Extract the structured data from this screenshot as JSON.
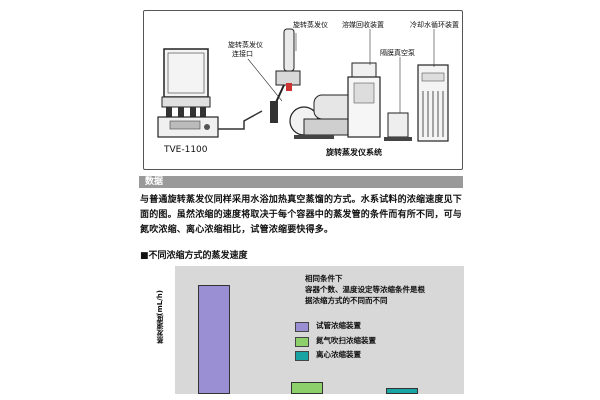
{
  "diagram": {
    "labels": {
      "rotary_evaporator": "旋转蒸发仪",
      "solvent_recovery": "溶媒回收装置",
      "chiller": "冷却水循环装置",
      "connector_line1": "旋转蒸发仪",
      "connector_line2": "连接口",
      "vacuum_pump": "隔膜真空泵",
      "model": "TVE-1100",
      "system_caption": "旋转蒸发仪系统"
    }
  },
  "section": {
    "title": "数据"
  },
  "paragraph": "与普通旋转蒸发仪同样采用水浴加热真空蒸馏的方式。水系试料的浓缩速度见下面的图。虽然浓缩的速度将取决于每个容器中的蒸发管的条件而有所不同，可与氮吹浓缩、离心浓缩相比，试管浓缩要快得多。",
  "chart_title": "■不同浓缩方式的蒸发速度",
  "chart_data": {
    "type": "bar",
    "ylabel": "蒸发速度(mL/h)",
    "categories": [
      "试管浓缩装置",
      "氮气吹扫浓缩装置",
      "离心浓缩装置"
    ],
    "values": [
      35,
      4,
      2
    ],
    "ylim": [
      0,
      40
    ],
    "grid": false,
    "legend_placement": "right",
    "colors": [
      "#9b8fd3",
      "#8dcf6a",
      "#1aa3a3"
    ],
    "annotation": [
      "相同条件下",
      "容器个数、温度设定等浓缩条件是根",
      "据浓缩方式的不同而不同"
    ]
  }
}
